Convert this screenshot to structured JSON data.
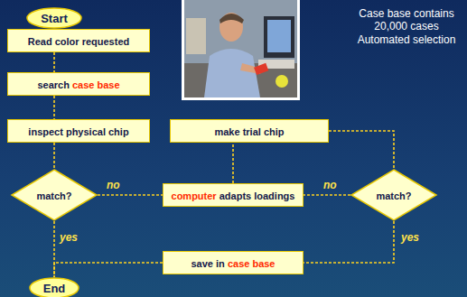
{
  "diagram": {
    "nodes": [
      {
        "text": [
          "Start"
        ]
      },
      {
        "text": [
          "Read color requested"
        ]
      },
      {
        "text": [
          "search",
          "case base"
        ]
      },
      {
        "text": [
          "inspect physical chip"
        ]
      },
      {
        "text": [
          "match?"
        ]
      },
      {
        "text": [
          "End"
        ]
      },
      {
        "text": [
          "make trial chip"
        ]
      },
      {
        "text": [
          "computer",
          "adapts loadings"
        ]
      },
      {
        "text": [
          "match?"
        ]
      },
      {
        "text": [
          "save in",
          "case base"
        ]
      }
    ],
    "edges": [
      {
        "from": 0,
        "to": 1,
        "arrow": "none"
      },
      {
        "from": 1,
        "to": 2,
        "arrow": "none"
      },
      {
        "from": 2,
        "to": 3,
        "arrow": "none"
      },
      {
        "from": 3,
        "to": 4,
        "arrow": "none"
      },
      {
        "from": 4,
        "to": 5,
        "label": "yes",
        "arrow": "none"
      },
      {
        "from": 4,
        "to": 7,
        "label": "no",
        "arrow": "none"
      },
      {
        "from": 7,
        "to": 6,
        "arrow": "none"
      },
      {
        "from": 6,
        "to": 8,
        "arrow": "none"
      },
      {
        "from": 8,
        "to": 7,
        "label": "no",
        "arrow": "none"
      },
      {
        "from": 8,
        "to": 9,
        "label": "yes",
        "arrow": "none"
      },
      {
        "from": 9,
        "to": 5,
        "arrow": "none"
      }
    ],
    "labels": [
      "Case base contains 20,000 cases",
      "Automated selection"
    ]
  }
}
